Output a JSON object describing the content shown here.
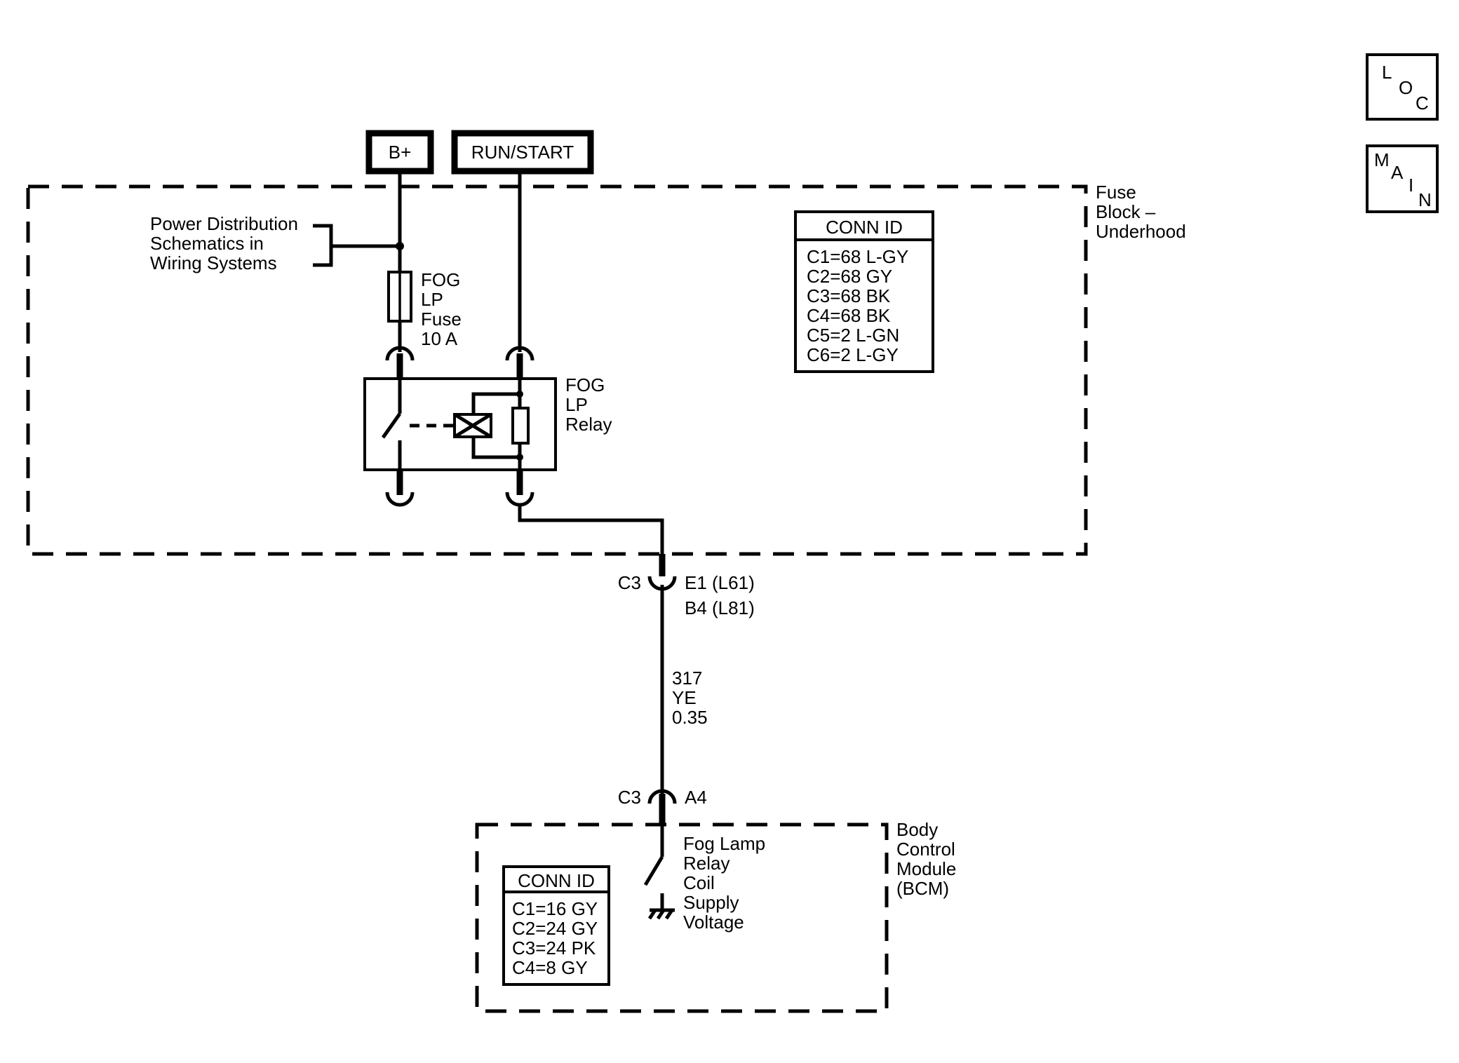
{
  "sources": {
    "battery": "B+",
    "run_start": "RUN/START"
  },
  "nav": {
    "loc": [
      "L",
      "O",
      "C"
    ],
    "main": [
      "M",
      "A",
      "I",
      "N"
    ]
  },
  "fuse_block": {
    "label_lines": [
      "Fuse",
      "Block –",
      "Underhood"
    ],
    "power_ref_lines": [
      "Power Distribution",
      "Schematics in",
      "Wiring Systems"
    ],
    "fuse_lines": [
      "FOG",
      "LP",
      "Fuse",
      "10 A"
    ],
    "relay_lines": [
      "FOG",
      "LP",
      "Relay"
    ],
    "conn_id": {
      "title": "CONN ID",
      "rows": [
        "C1=68 L-GY",
        "C2=68 GY",
        "C3=68 BK",
        "C4=68 BK",
        "C5=2 L-GN",
        "C6=2 L-GY"
      ]
    }
  },
  "connectors": {
    "upper": {
      "name": "C3",
      "pins": [
        "E1 (L61)",
        "B4 (L81)"
      ]
    },
    "lower": {
      "name": "C3",
      "pin": "A4"
    }
  },
  "wire": {
    "circuit": "317",
    "color": "YE",
    "size": "0.35"
  },
  "bcm": {
    "label_lines": [
      "Body",
      "Control",
      "Module",
      "(BCM)"
    ],
    "input_lines": [
      "Fog Lamp",
      "Relay",
      "Coil",
      "Supply",
      "Voltage"
    ],
    "conn_id": {
      "title": "CONN ID",
      "rows": [
        "C1=16 GY",
        "C2=24 GY",
        "C3=24 PK",
        "C4=8 GY"
      ]
    }
  }
}
